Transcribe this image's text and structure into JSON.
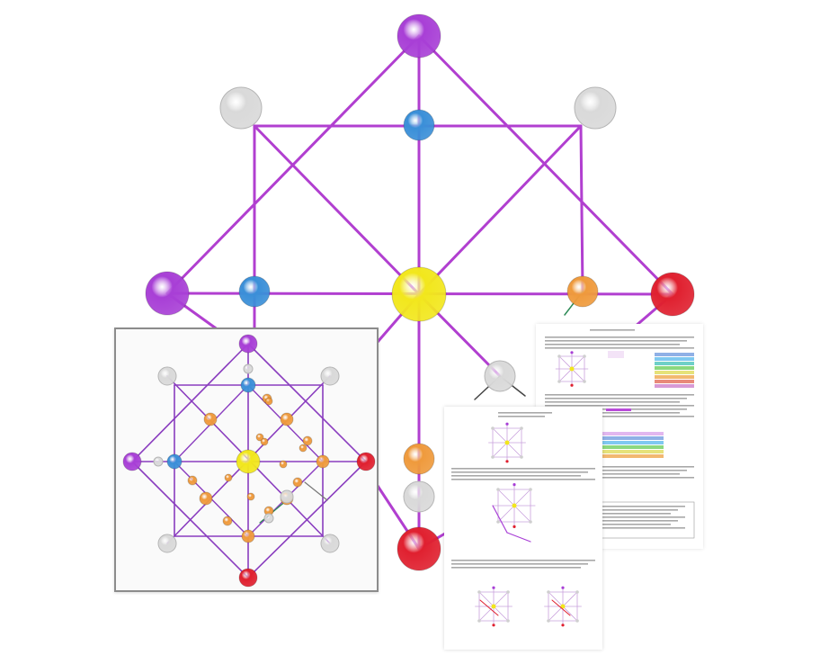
{
  "diagram": {
    "palette": {
      "edge": "#b13fd0",
      "inset_edge": "#8a3dbf",
      "purple": "#a83fd6",
      "gray": "#d9d9d9",
      "blue": "#3a8fd8",
      "yellow": "#f2e71c",
      "orange": "#ef9a3c",
      "red": "#e0202f"
    },
    "main_nodes": [
      {
        "id": "top",
        "color": "purple"
      },
      {
        "id": "top-left",
        "color": "gray"
      },
      {
        "id": "top-right",
        "color": "gray"
      },
      {
        "id": "upper-center",
        "color": "blue"
      },
      {
        "id": "left",
        "color": "purple"
      },
      {
        "id": "left-inner",
        "color": "blue"
      },
      {
        "id": "center",
        "color": "yellow"
      },
      {
        "id": "right-inner",
        "color": "orange"
      },
      {
        "id": "right",
        "color": "red"
      },
      {
        "id": "lower-right",
        "color": "gray"
      },
      {
        "id": "lower-center",
        "color": "orange"
      },
      {
        "id": "bottom-gray",
        "color": "gray"
      },
      {
        "id": "bottom",
        "color": "red"
      }
    ],
    "inset": {
      "node_colors": [
        "purple",
        "gray",
        "blue",
        "yellow",
        "orange",
        "red"
      ]
    },
    "document_pages": 2
  }
}
